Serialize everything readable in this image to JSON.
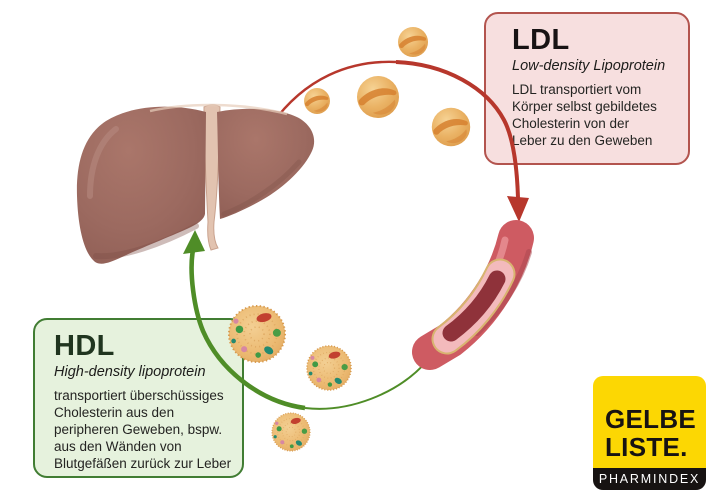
{
  "palette": {
    "ldl_bg": "#f7dfdf",
    "ldl_accent": "#b3544e",
    "hdl_bg": "#e6f2dd",
    "hdl_accent": "#417d33",
    "arrow_red": "#b7372c",
    "arrow_green": "#4f8d27",
    "liver_color": "#9c6a60",
    "vessel_color": "#ce5b62",
    "particle_color": "#eab264",
    "logo_yellow": "#fcd703",
    "logo_black": "#171312"
  },
  "ldl": {
    "title": "LDL",
    "subtitle": "Low-density Lipoprotein",
    "body": "LDL transportiert vom\nKörper selbst gebildetes\nCholesterin von der\nLeber zu den Geweben"
  },
  "hdl": {
    "title": "HDL",
    "subtitle": "High-density lipoprotein",
    "body": "transportiert überschüssiges\nCholesterin aus den\nperipheren Geweben, bspw.\naus den Wänden von\nBlutgefäßen zurück zur Leber"
  },
  "logo": {
    "line1": "GELBE",
    "line2": "LISTE.",
    "tagline": "PHARMINDEX"
  },
  "illustration": {
    "liver": "liver",
    "vessel": "blood vessel cross-section",
    "ldl_particle_count": 4,
    "hdl_particle_count": 3
  }
}
